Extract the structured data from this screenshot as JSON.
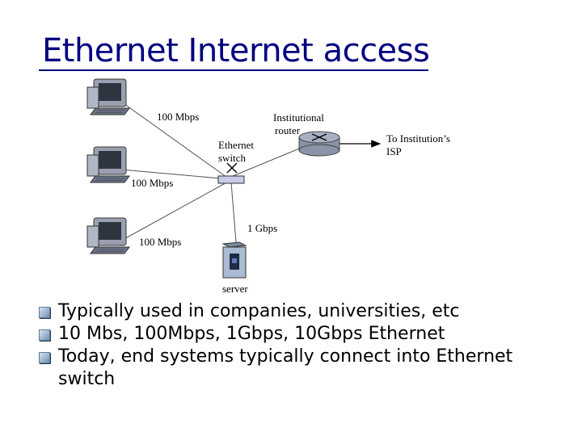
{
  "slide": {
    "title": "Ethernet Internet access"
  },
  "diagram": {
    "labels": {
      "link_top_left": "100 Mbps",
      "link_mid_left": "100 Mbps",
      "link_bottom_left": "100 Mbps",
      "link_server": "1 Gbps",
      "switch_line1": "Ethernet",
      "switch_line2": "switch",
      "router_line1": "Institutional",
      "router_line2": "router",
      "isp_line1": "To Institution’s",
      "isp_line2": "ISP",
      "server": "server"
    },
    "colors": {
      "switch_fill": "#c8cce8",
      "router_fill": "#8a93a8",
      "server_fill": "#aabbd2",
      "pc_monitor": "#9aa0b0",
      "pc_screen": "#2e3440"
    }
  },
  "bullets": [
    "Typically used in companies, universities, etc",
    "10 Mbs, 100Mbps, 1Gbps, 10Gbps Ethernet",
    "Today, end systems typically connect into Ethernet switch"
  ]
}
